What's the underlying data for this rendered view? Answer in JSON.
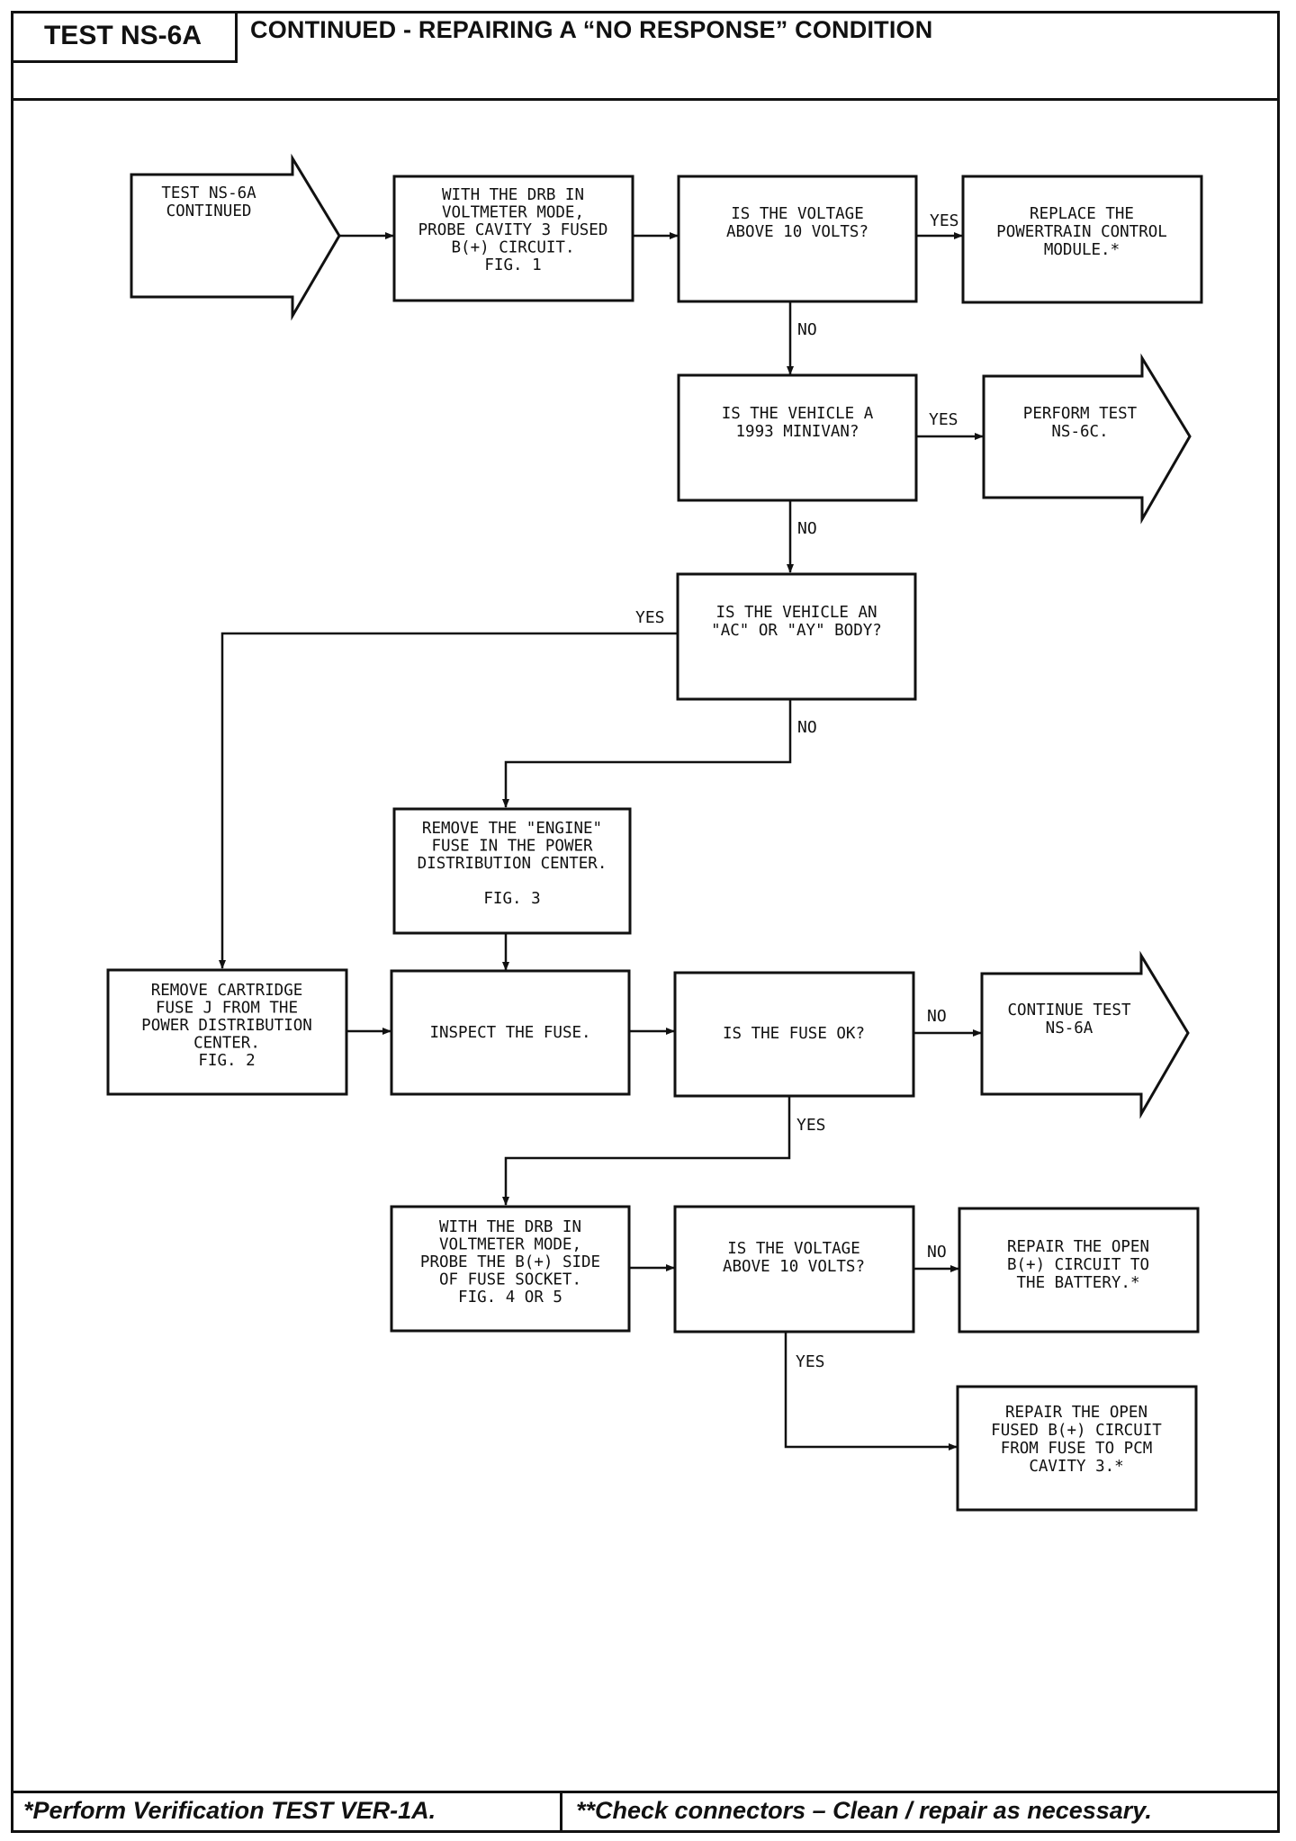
{
  "header": {
    "test_id": "TEST NS-6A",
    "title": "CONTINUED - REPAIRING A “NO RESPONSE” CONDITION"
  },
  "footer": {
    "left_note": "*Perform Verification TEST VER-1A.",
    "right_note": "**Check connectors – Clean / repair as necessary."
  },
  "nodes": {
    "start": [
      "TEST NS-6A",
      "CONTINUED"
    ],
    "probe_cavity3": [
      "WITH THE DRB IN",
      "VOLTMETER MODE,",
      "PROBE CAVITY 3 FUSED",
      "B(+) CIRCUIT.",
      "FIG. 1"
    ],
    "voltage_q1": [
      "IS THE VOLTAGE",
      "ABOVE 10 VOLTS?"
    ],
    "replace_pcm": [
      "REPLACE THE",
      "POWERTRAIN CONTROL",
      "MODULE.*"
    ],
    "minivan_q": [
      "IS THE VEHICLE A",
      "1993 MINIVAN?"
    ],
    "perform_ns6c": [
      "PERFORM TEST",
      "NS-6C."
    ],
    "body_q": [
      "IS THE VEHICLE AN",
      "\"AC\" OR \"AY\" BODY?"
    ],
    "remove_engine_fuse": [
      "REMOVE THE \"ENGINE\"",
      "FUSE IN THE POWER",
      "DISTRIBUTION CENTER.",
      "",
      "FIG. 3"
    ],
    "remove_cartridge": [
      "REMOVE CARTRIDGE",
      "FUSE J FROM THE",
      "POWER DISTRIBUTION",
      "CENTER.",
      "FIG. 2"
    ],
    "inspect_fuse": [
      "INSPECT THE FUSE."
    ],
    "fuse_q": [
      "IS THE FUSE OK?"
    ],
    "continue_ns6a": [
      "CONTINUE TEST",
      "NS-6A"
    ],
    "probe_socket": [
      "WITH THE DRB IN",
      "VOLTMETER MODE,",
      "PROBE THE B(+) SIDE",
      "OF FUSE SOCKET.",
      "FIG. 4 OR 5"
    ],
    "voltage_q2": [
      "IS THE VOLTAGE",
      "ABOVE 10 VOLTS?"
    ],
    "repair_battery": [
      "REPAIR THE OPEN",
      "B(+) CIRCUIT TO",
      "THE BATTERY.*"
    ],
    "repair_fused": [
      "REPAIR THE OPEN",
      "FUSED B(+) CIRCUIT",
      "FROM FUSE TO PCM",
      "CAVITY 3.*"
    ]
  },
  "edge_labels": {
    "v1_yes": "YES",
    "v1_no": "NO",
    "minivan_yes": "YES",
    "minivan_no": "NO",
    "body_yes": "YES",
    "body_no": "NO",
    "fuse_no": "NO",
    "fuse_yes": "YES",
    "v2_no": "NO",
    "v2_yes": "YES"
  }
}
